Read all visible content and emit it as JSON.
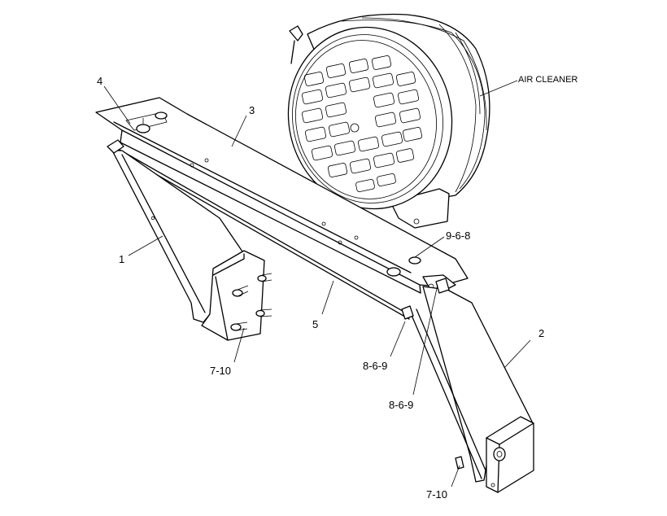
{
  "callouts": {
    "air_cleaner": "AIR CLEANER",
    "part_1": "1",
    "part_2": "2",
    "part_3": "3",
    "part_4": "4",
    "part_5": "5",
    "part_9_6_8": "9-6-8",
    "part_8_6_9_a": "8-6-9",
    "part_8_6_9_b": "8-6-9",
    "part_7_10_a": "7-10",
    "part_7_10_b": "7-10"
  }
}
